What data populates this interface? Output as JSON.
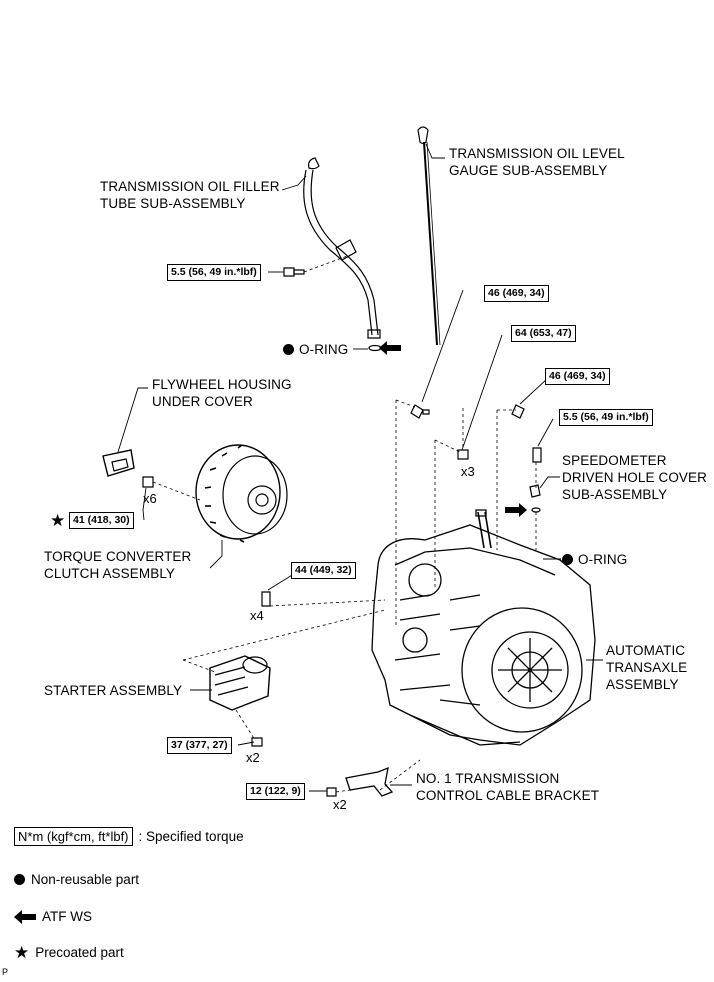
{
  "parts": {
    "filler_tube": {
      "line1": "TRANSMISSION OIL FILLER",
      "line2": "TUBE SUB-ASSEMBLY"
    },
    "level_gauge": {
      "line1": "TRANSMISSION OIL LEVEL",
      "line2": "GAUGE SUB-ASSEMBLY"
    },
    "flywheel_cover": {
      "line1": "FLYWHEEL HOUSING",
      "line2": "UNDER COVER"
    },
    "speedometer_cover": {
      "line1": "SPEEDOMETER",
      "line2": "DRIVEN HOLE COVER",
      "line3": "SUB-ASSEMBLY"
    },
    "torque_converter": {
      "line1": "TORQUE CONVERTER",
      "line2": "CLUTCH ASSEMBLY"
    },
    "transaxle": {
      "line1": "AUTOMATIC",
      "line2": "TRANSAXLE",
      "line3": "ASSEMBLY"
    },
    "starter": {
      "line1": "STARTER ASSEMBLY"
    },
    "cable_bracket": {
      "line1": "NO. 1 TRANSMISSION",
      "line2": "CONTROL CABLE BRACKET"
    },
    "oring_top": "O-RING",
    "oring_right": "O-RING"
  },
  "torques": {
    "filler_bolt": "5.5 (56, 49 in.*lbf)",
    "gauge_bolt_46a": "46 (469, 34)",
    "bolt_64": "64 (653, 47)",
    "bolt_46b": "46 (469, 34)",
    "speedo_bolt": "5.5 (56, 49 in.*lbf)",
    "converter_bolt": "41 (418, 30)",
    "bolt_44": "44 (449, 32)",
    "starter_bolt": "37 (377, 27)",
    "bracket_bolt": "12 (122, 9)"
  },
  "quantities": {
    "x6": "x6",
    "x3": "x3",
    "x4": "x4",
    "x2_starter": "x2",
    "x2_bracket": "x2"
  },
  "legend": {
    "torque_box": "N*m (kgf*cm, ft*lbf)",
    "torque_text": ": Specified torque",
    "non_reusable": "Non-reusable part",
    "atf": "ATF WS",
    "precoated": "Precoated part"
  },
  "corner_mark": "P"
}
